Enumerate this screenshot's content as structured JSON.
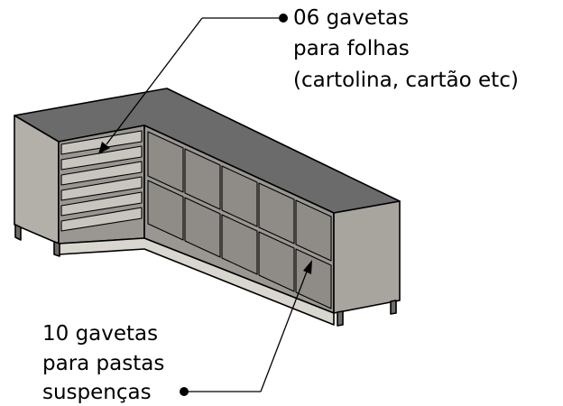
{
  "callouts": {
    "top": {
      "lines": [
        "06 gavetas",
        "para folhas",
        "(cartolina, cartão etc)"
      ]
    },
    "bottom": {
      "lines": [
        "10 gavetas",
        "para pastas",
        "suspenças"
      ]
    }
  },
  "colors": {
    "top_surface": "#6b6b6b",
    "cabinet_side": "#a8a49e",
    "drawer_front": "#8f8c87",
    "outline": "#000000"
  }
}
